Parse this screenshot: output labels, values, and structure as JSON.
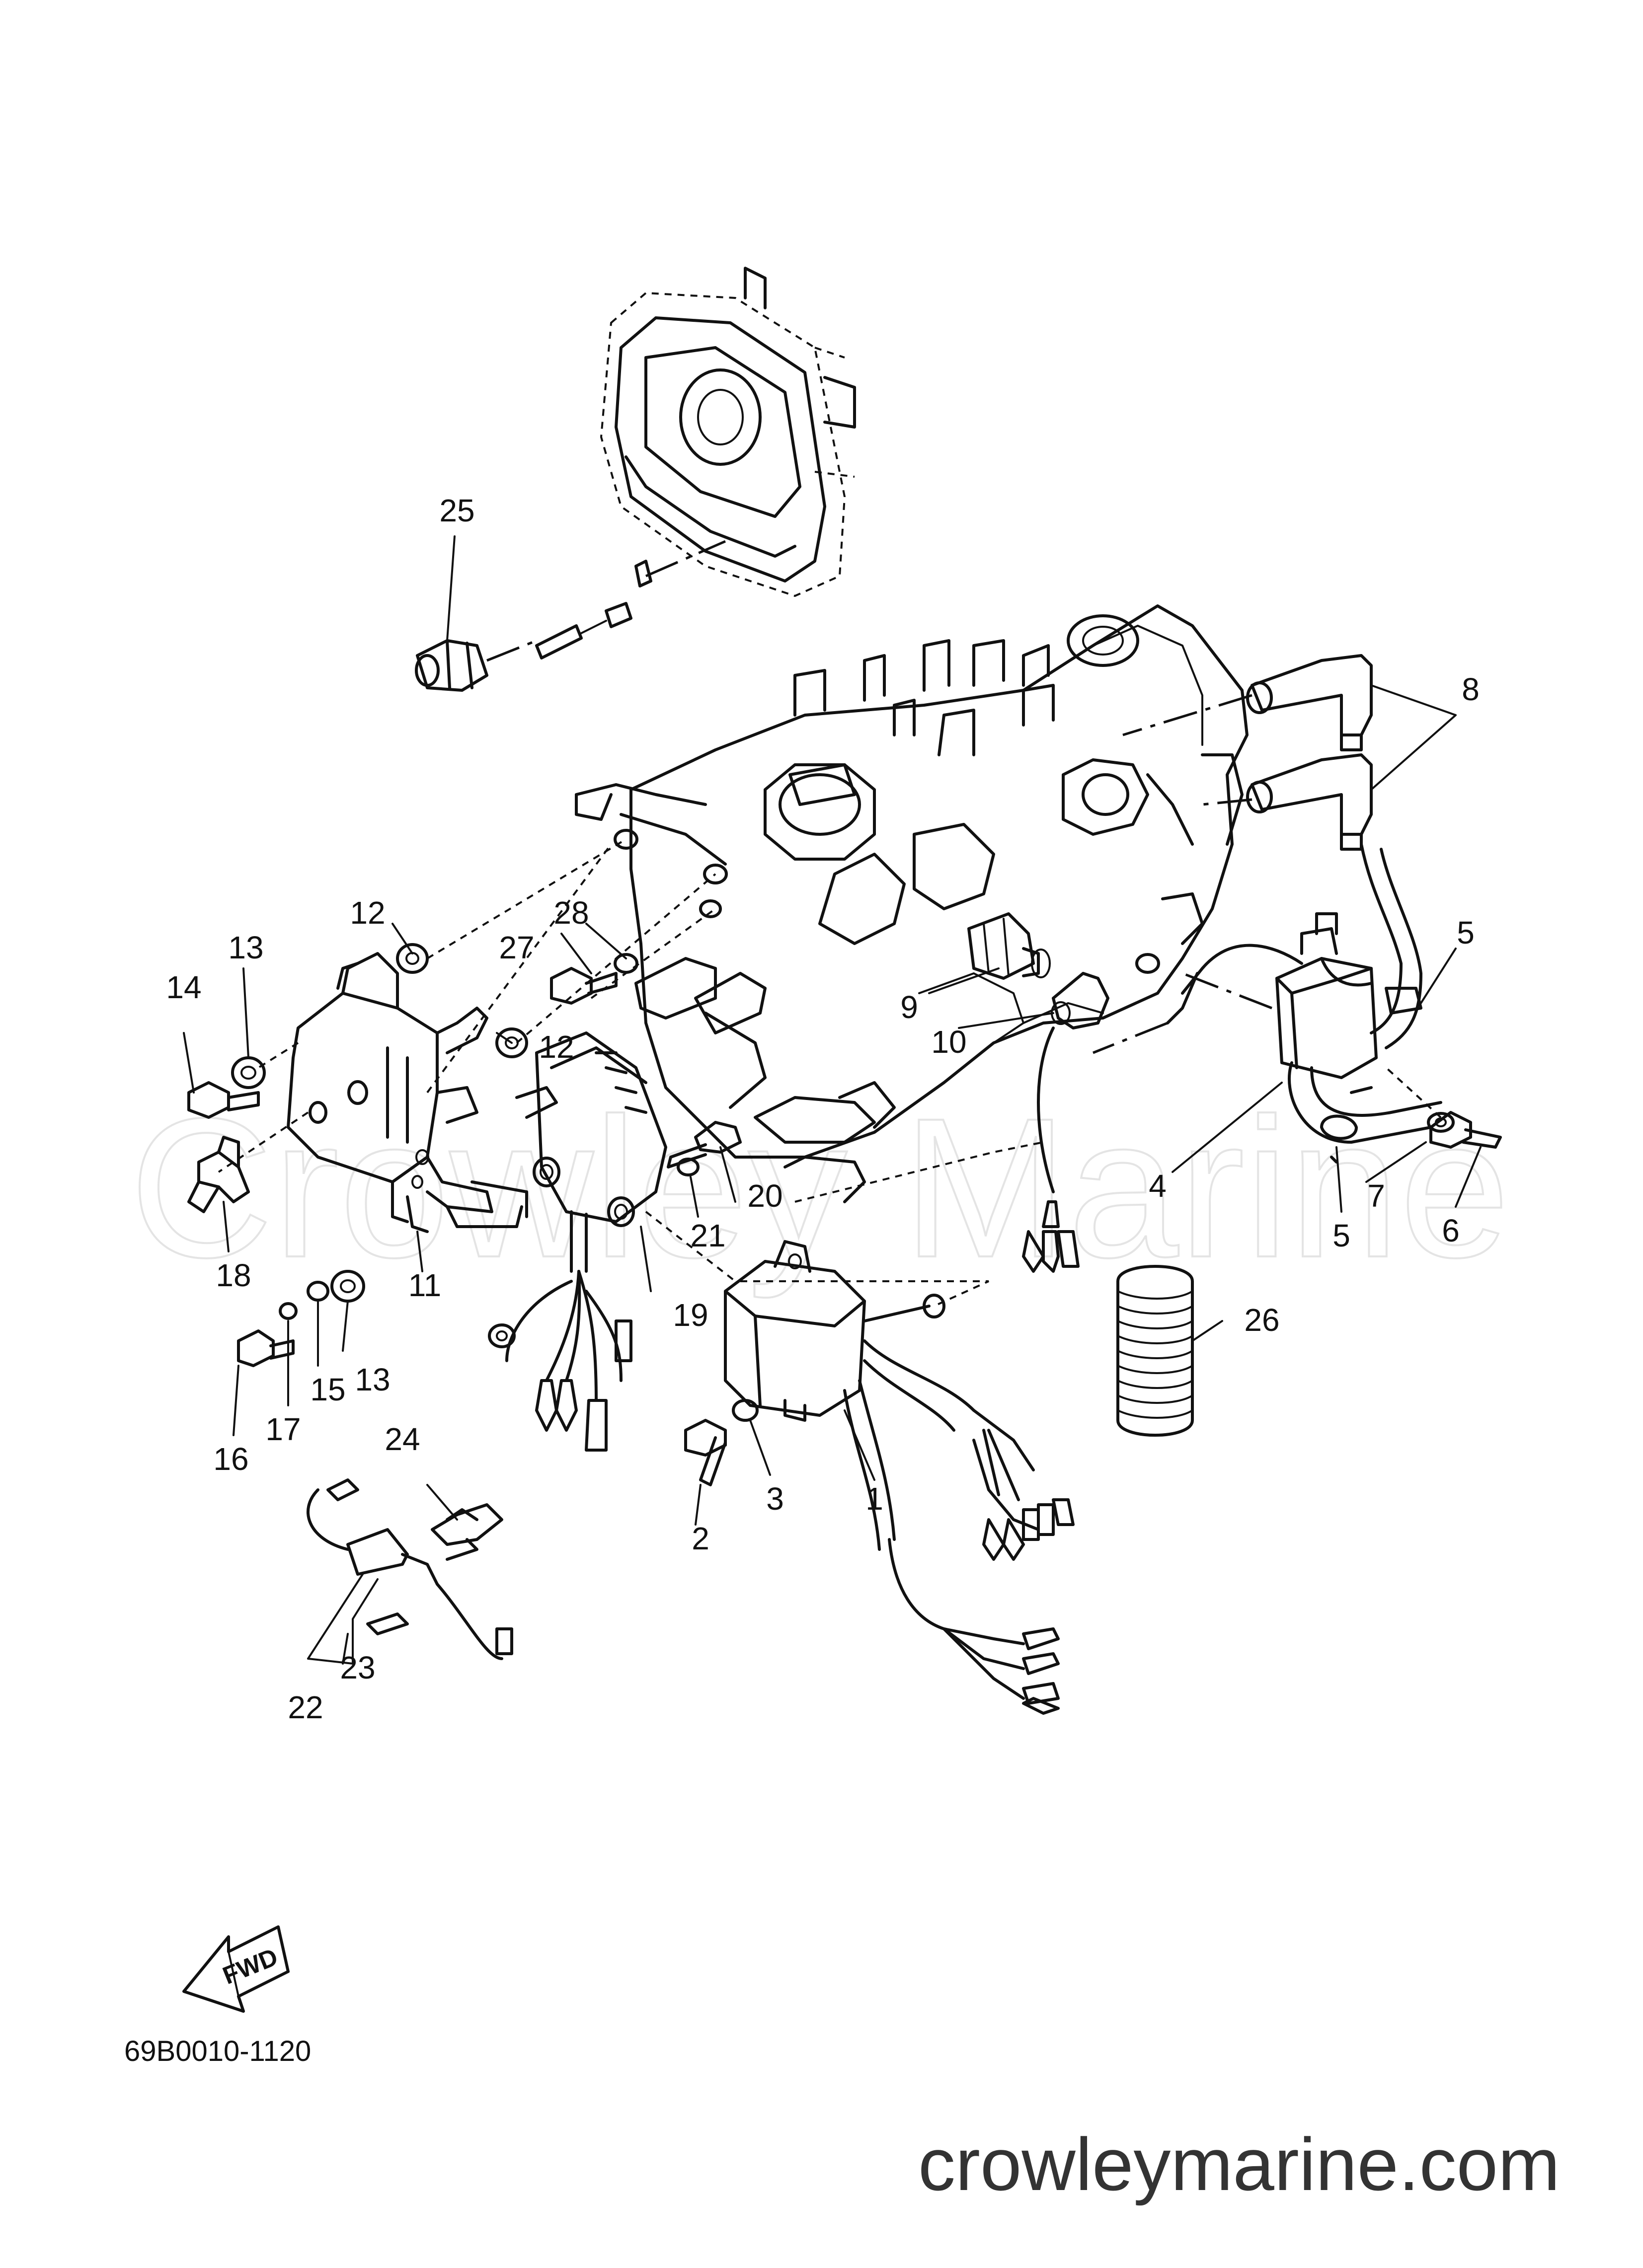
{
  "diagram_code": "69B0010-1120",
  "website": "crowleymarine.com",
  "watermark": "Crowley Marine",
  "fwd_label": "FWD",
  "callouts": [
    "1",
    "2",
    "3",
    "4",
    "5",
    "5",
    "6",
    "7",
    "8",
    "9",
    "10",
    "11",
    "12",
    "12",
    "13",
    "13",
    "14",
    "15",
    "16",
    "17",
    "18",
    "19",
    "20",
    "21",
    "22",
    "23",
    "24",
    "25",
    "26",
    "27",
    "28"
  ]
}
